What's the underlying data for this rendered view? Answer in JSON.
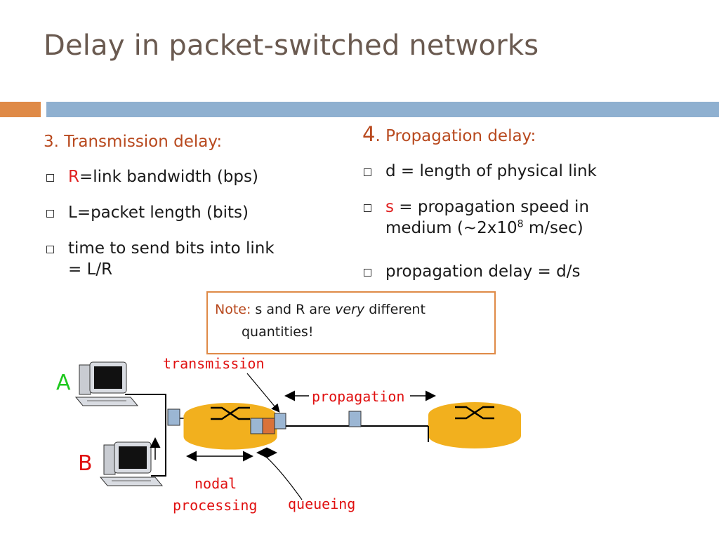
{
  "title": "Delay in packet-switched networks",
  "left": {
    "heading": "3. Transmission delay:",
    "bullets": {
      "b1_red": "R",
      "b1_rest": "=link bandwidth (bps)",
      "b2": "L=packet length (bits)",
      "b3_line1": "time to send bits into link",
      "b3_line2": "= L/R"
    }
  },
  "right": {
    "heading_num": "4",
    "heading_text": ". Propagation delay:",
    "bullets": {
      "b1": "d = length of physical link",
      "b2_red": "s",
      "b2_rest": " = propagation speed in",
      "b2_line2_pre": "medium (~2x10",
      "b2_sup": "8",
      "b2_line2_post": " m/sec)",
      "b3": "propagation delay = d/s"
    }
  },
  "note": {
    "label": "Note:",
    "text_pre": " s and R are ",
    "text_italic": "very",
    "text_post": " different",
    "line2": "quantities!"
  },
  "diagram": {
    "host_a": "A",
    "host_b": "B",
    "transmission": "transmission",
    "propagation": "propagation",
    "nodal_1": "nodal",
    "nodal_2": "processing",
    "queueing": "queueing"
  },
  "colors": {
    "router": "#f2b01e",
    "packet": "#9bb6d3",
    "queued_packet": "#d9723a",
    "accent": "#df8a47",
    "band": "#8fb0d0"
  }
}
